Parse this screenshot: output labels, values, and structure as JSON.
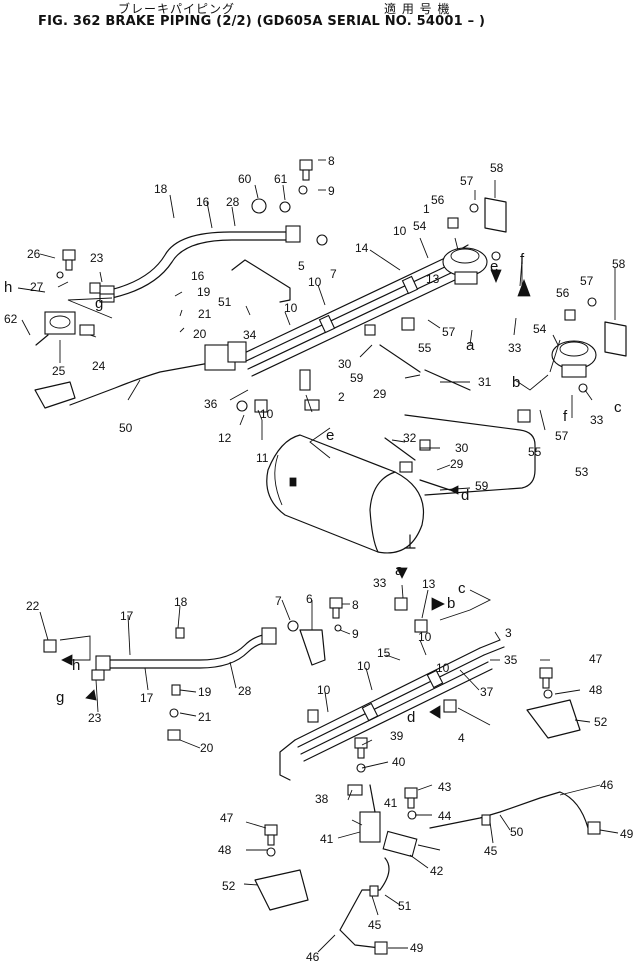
{
  "header": {
    "jp_title": "ブレーキパイピング",
    "jp_serial": "適 用 号 機",
    "title": "FIG. 362  BRAKE PIPING (2/2) (GD605A SERIAL NO. 54001 – )"
  },
  "callouts": {
    "c1": "1",
    "c2": "2",
    "c3": "3",
    "c4": "4",
    "c5": "5",
    "c6": "6",
    "c7a": "7",
    "c7b": "7",
    "c8a": "8",
    "c8b": "8",
    "c9a": "9",
    "c9b": "9",
    "c10a": "10",
    "c10b": "10",
    "c10c": "10",
    "c10d": "10",
    "c10e": "10",
    "c10f": "10",
    "c10g": "10",
    "c10h": "10",
    "c11": "11",
    "c12": "12",
    "c13a": "13",
    "c13b": "13",
    "c14": "14",
    "c15": "15",
    "c16a": "16",
    "c16b": "16",
    "c17a": "17",
    "c17b": "17",
    "c18a": "18",
    "c18b": "18",
    "c19a": "19",
    "c19b": "19",
    "c20a": "20",
    "c20b": "20",
    "c21a": "21",
    "c21b": "21",
    "c22": "22",
    "c23a": "23",
    "c23b": "23",
    "c24": "24",
    "c25": "25",
    "c26": "26",
    "c27": "27",
    "c28a": "28",
    "c28b": "28",
    "c29a": "29",
    "c29b": "29",
    "c30a": "30",
    "c30b": "30",
    "c31": "31",
    "c32": "32",
    "c33a": "33",
    "c33b": "33",
    "c33c": "33",
    "c34": "34",
    "c35": "35",
    "c36": "36",
    "c37": "37",
    "c38": "38",
    "c39": "39",
    "c40": "40",
    "c41a": "41",
    "c41b": "41",
    "c42": "42",
    "c43": "43",
    "c44": "44",
    "c45a": "45",
    "c45b": "45",
    "c46a": "46",
    "c46b": "46",
    "c47a": "47",
    "c47b": "47",
    "c48a": "48",
    "c48b": "48",
    "c49a": "49",
    "c49b": "49",
    "c50a": "50",
    "c50b": "50",
    "c51a": "51",
    "c51b": "51",
    "c52a": "52",
    "c52b": "52",
    "c53": "53",
    "c54a": "54",
    "c54b": "54",
    "c55a": "55",
    "c55b": "55",
    "c56a": "56",
    "c56b": "56",
    "c57a": "57",
    "c57b": "57",
    "c57c": "57",
    "c57d": "57",
    "c58a": "58",
    "c58b": "58",
    "c59a": "59",
    "c59b": "59",
    "c60": "60",
    "c61": "61",
    "c62": "62"
  },
  "letters": {
    "a1": "a",
    "a2": "a",
    "b1": "b",
    "b2": "b",
    "c1": "c",
    "c2": "c",
    "d1": "d",
    "d2": "d",
    "e1": "e",
    "e2": "e",
    "f1": "f",
    "f2": "f",
    "g1": "g",
    "g2": "g",
    "h1": "h",
    "h2": "h"
  }
}
